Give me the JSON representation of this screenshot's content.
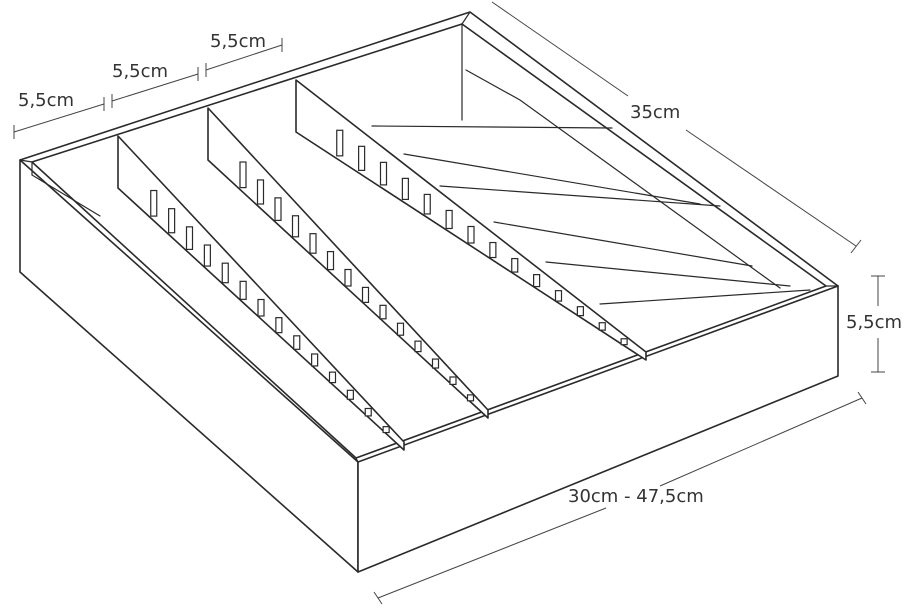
{
  "diagram": {
    "labels": {
      "compartment_1": "5,5cm",
      "compartment_2": "5,5cm",
      "compartment_3": "5,5cm",
      "depth": "35cm",
      "height": "5,5cm",
      "width": "30cm - 47,5cm"
    }
  }
}
